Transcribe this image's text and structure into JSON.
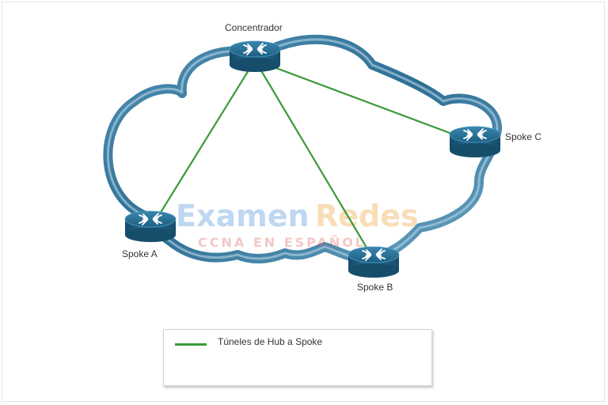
{
  "nodes": {
    "hub": {
      "label": "Concentrador"
    },
    "spoke_a": {
      "label": "Spoke A"
    },
    "spoke_b": {
      "label": "Spoke B"
    },
    "spoke_c": {
      "label": "Spoke C"
    }
  },
  "tunnel_color": "#3a9a3a",
  "cloud_color": "#2e6e93",
  "router_color": "#1e5f82",
  "watermark": {
    "line1_part1": "Examen",
    "line1_part2": "Redes",
    "line2": "CCNA EN ESPAÑOL"
  },
  "legend": {
    "tunnel_label": "Túneles de Hub a Spoke"
  }
}
